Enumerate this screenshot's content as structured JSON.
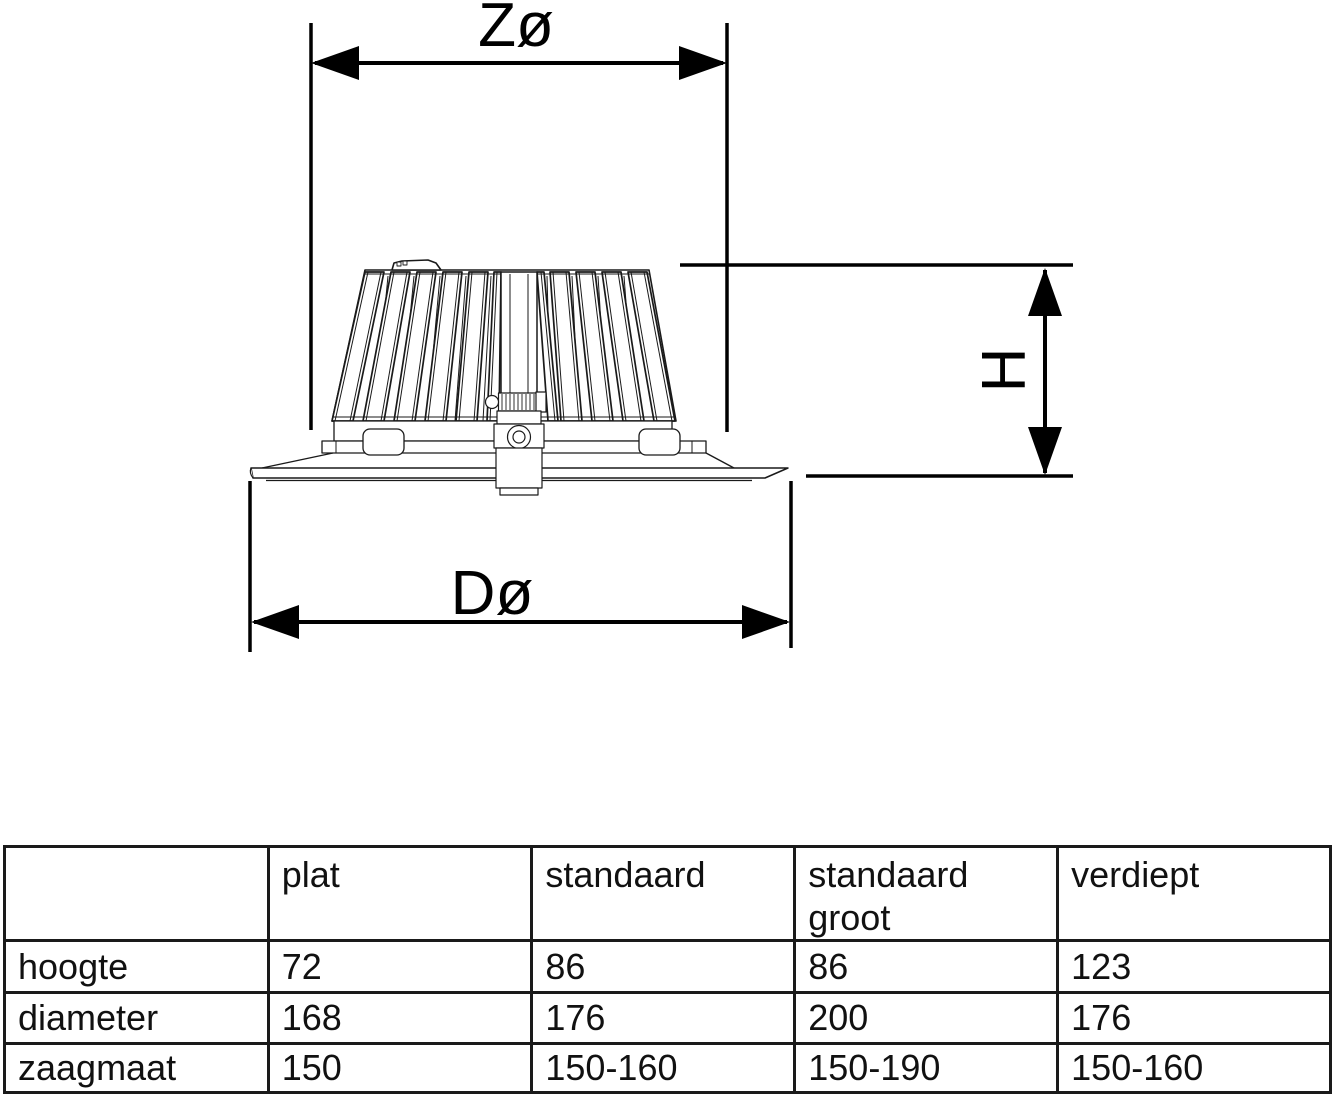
{
  "diagram": {
    "top_dimension_label": "Zø",
    "bottom_dimension_label": "Dø",
    "height_dimension_label": "H"
  },
  "table": {
    "columns": [
      "",
      "plat",
      "standaard",
      "standaard groot",
      "verdiept"
    ],
    "rows": [
      {
        "label": "hoogte",
        "values": [
          "72",
          "86",
          "86",
          "123"
        ]
      },
      {
        "label": "diameter",
        "values": [
          "168",
          "176",
          "200",
          "176"
        ]
      },
      {
        "label": "zaagmaat",
        "values": [
          "150",
          "150-160",
          "150-190",
          "150-160"
        ]
      }
    ]
  }
}
